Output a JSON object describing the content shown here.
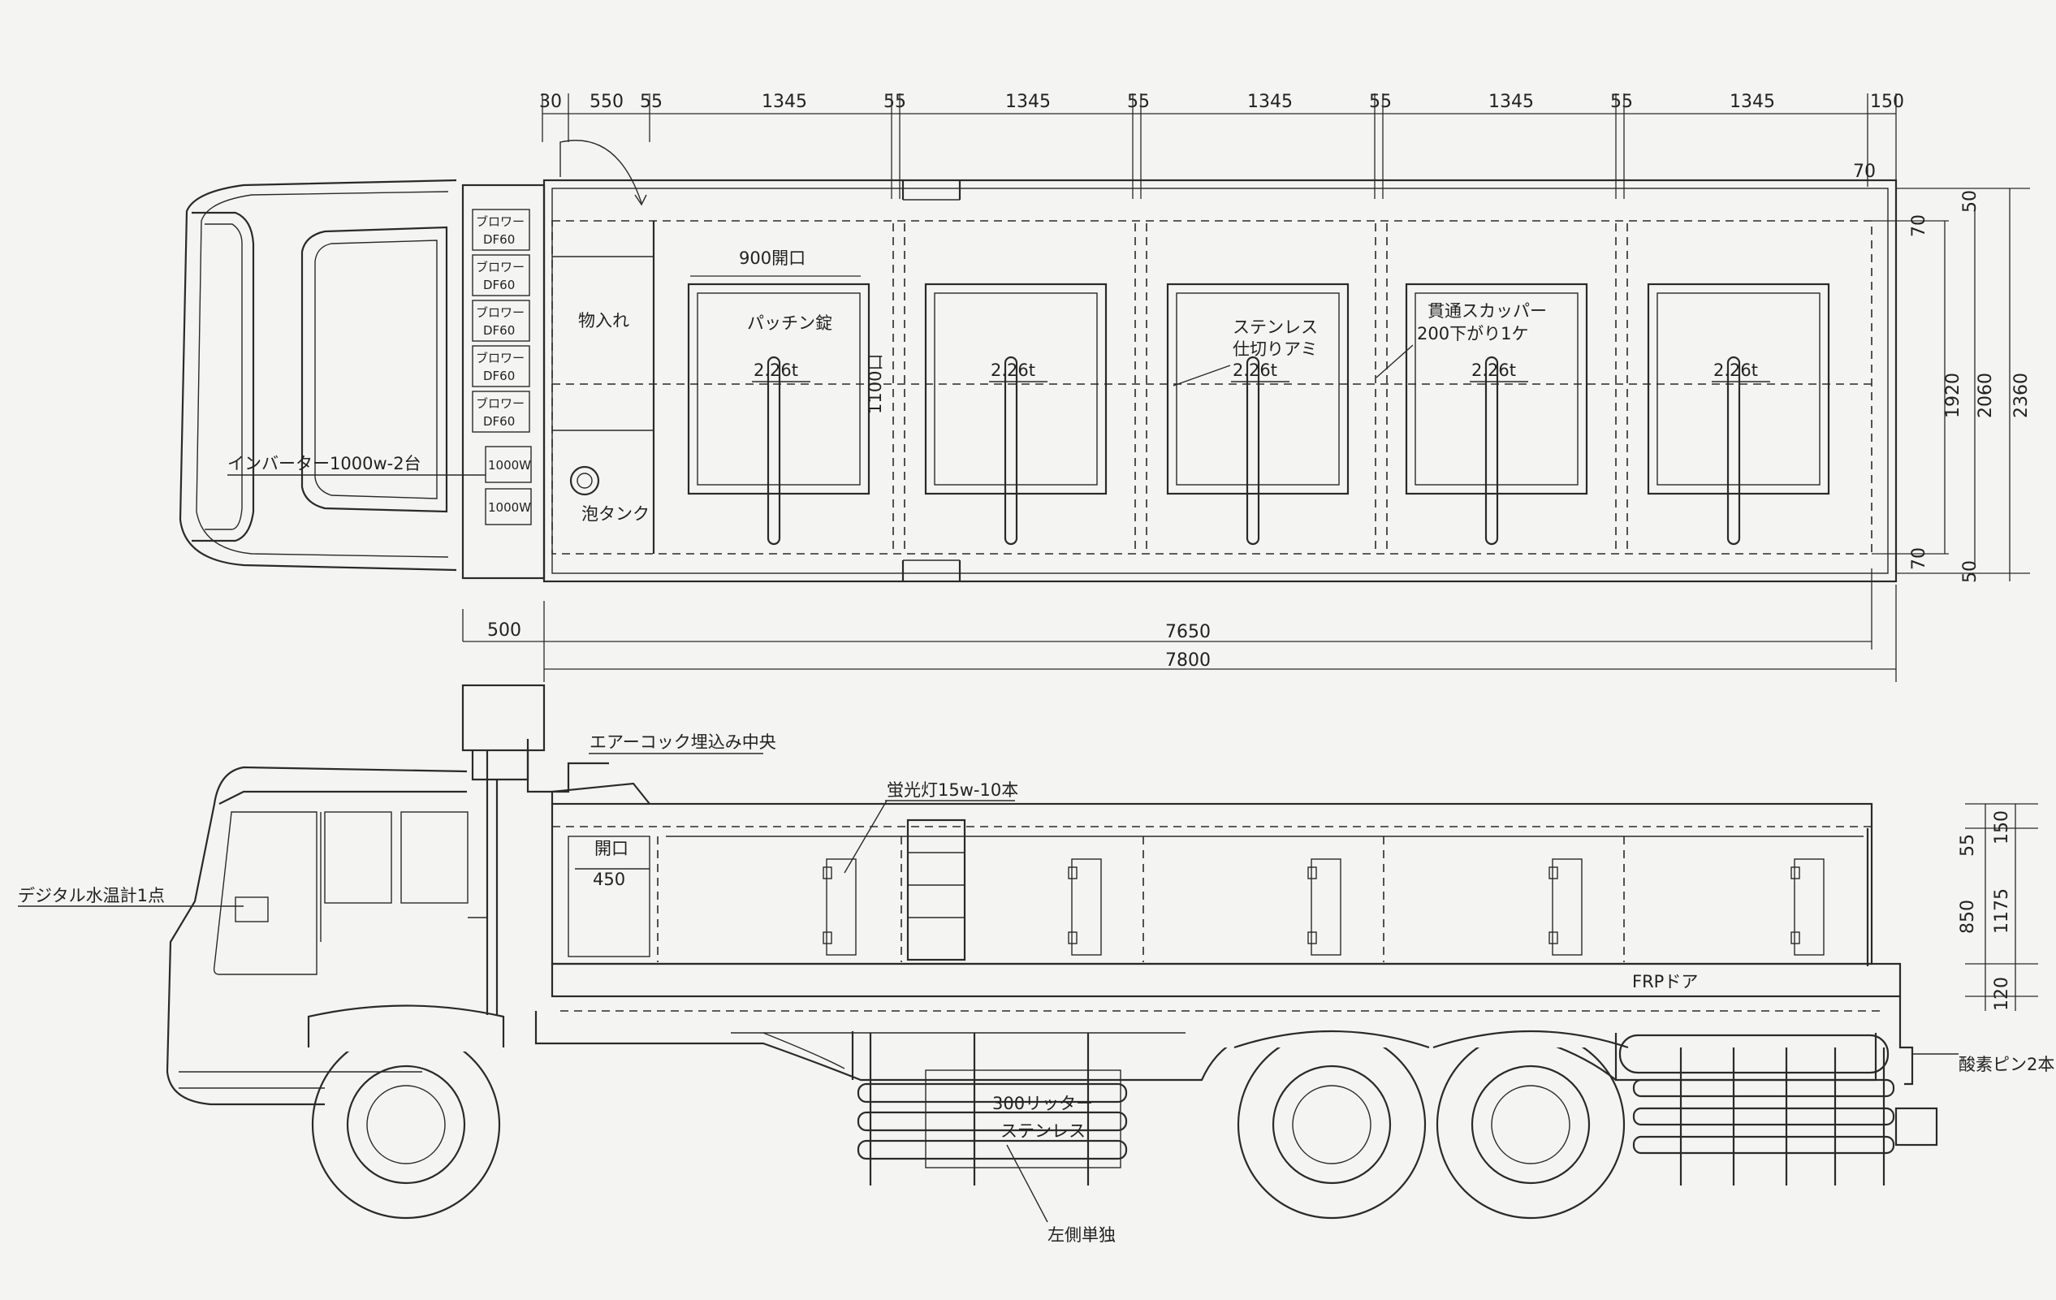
{
  "palette": {
    "ink": "#2a2a2a",
    "paper": "#f4f4f2"
  },
  "top_dims": [
    "30",
    "550",
    "55",
    "1345",
    "55",
    "1345",
    "55",
    "1345",
    "55",
    "1345",
    "55",
    "1345",
    "150"
  ],
  "dim_70_top": "70",
  "right_dims": {
    "d50a": "50",
    "d70a": "70",
    "d1920": "1920",
    "d2060": "2060",
    "d2360": "2360",
    "d70b": "70",
    "d50b": "50"
  },
  "bottom_dims": {
    "d500": "500",
    "d7650": "7650",
    "d7800": "7800"
  },
  "blower_units": [
    {
      "l1": "ブロワー",
      "l2": "DF60"
    },
    {
      "l1": "ブロワー",
      "l2": "DF60"
    },
    {
      "l1": "ブロワー",
      "l2": "DF60"
    },
    {
      "l1": "ブロワー",
      "l2": "DF60"
    },
    {
      "l1": "ブロワー",
      "l2": "DF60"
    }
  ],
  "inverter_units": [
    "1000W",
    "1000W"
  ],
  "plan_labels": {
    "storage": "物入れ",
    "foam_tank": "泡タンク",
    "inverter": "インバーター1000w-2台",
    "opening_900": "900開口",
    "patch_metal": "パッチン錠",
    "opening_1100": "1100口",
    "stainless_l1": "ステンレス",
    "stainless_l2": "仕切りアミ",
    "scupper_l1": "貫通スカッパー",
    "scupper_l2": "200下がり1ケ"
  },
  "loads": [
    "2.26t",
    "2.26t",
    "2.26t",
    "2.26t",
    "2.26t"
  ],
  "side_labels": {
    "air_cock": "エアーコック埋込み中央",
    "fluorescent": "蛍光灯15w-10本",
    "door_open": "開口",
    "door_450": "450",
    "digital_thermo": "デジタル水温計1点",
    "frp_door": "FRPドア",
    "tank_300": "300リッター",
    "tank_stainless": "ステンレス",
    "left_side": "左側単独",
    "oxygen_pin": "酸素ピン2本"
  },
  "side_dims": {
    "d55": "55",
    "d150": "150",
    "d850": "850",
    "d1175": "1175",
    "d120": "120"
  }
}
